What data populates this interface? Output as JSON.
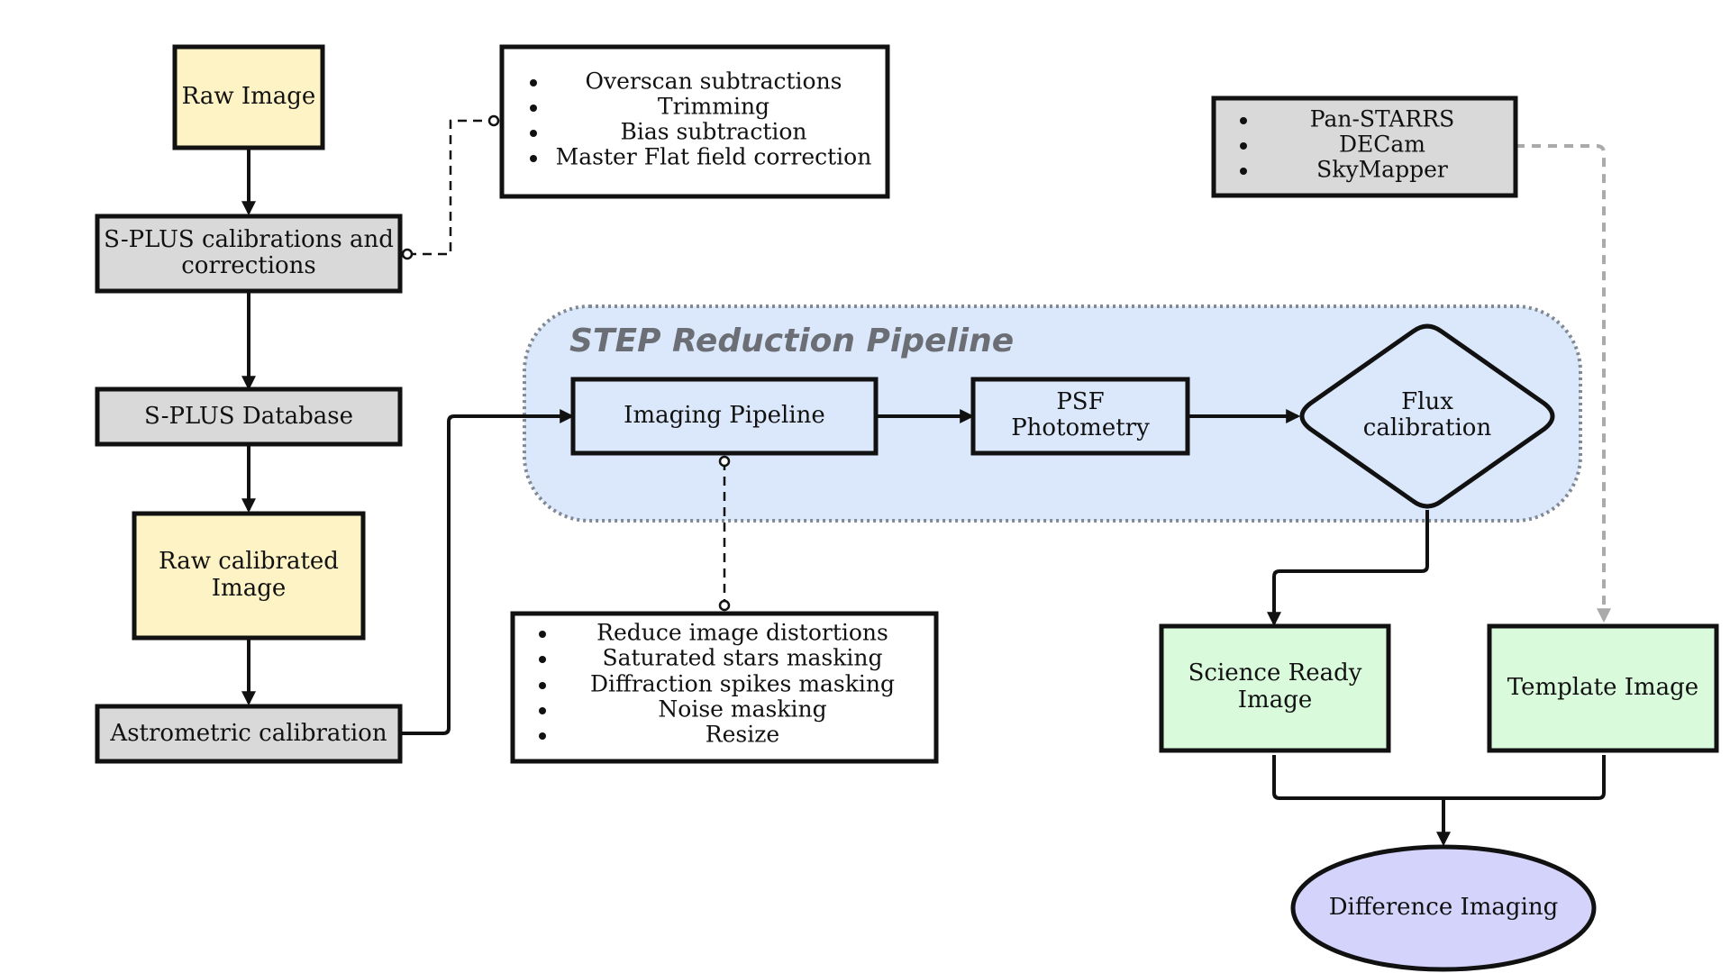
{
  "colors": {
    "yellow": "#fdf3c4",
    "gray": "#d9d9d9",
    "white": "#ffffff",
    "green": "#d9fbdc",
    "lavender": "#d4d3fb",
    "pipeline_bg": "#dbe8fb",
    "pipeline_border": "#808a94",
    "stroke": "#111111"
  },
  "nodes": {
    "raw_image": "Raw Image",
    "splus_calibrations": [
      "S-PLUS calibrations and",
      "corrections"
    ],
    "splus_database": "S-PLUS Database",
    "raw_calibrated_image": [
      "Raw calibrated",
      "Image"
    ],
    "astrometric_calibration": "Astrometric calibration",
    "imaging_pipeline": "Imaging Pipeline",
    "psf_photometry": [
      "PSF",
      "Photometry"
    ],
    "flux_calibration": [
      "Flux",
      "calibration"
    ],
    "science_ready_image": [
      "Science Ready",
      "Image"
    ],
    "template_image": "Template Image",
    "difference_imaging": "Difference Imaging"
  },
  "pipeline_title": "STEP Reduction Pipeline",
  "corrections_list": [
    "Overscan subtractions",
    "Trimming",
    "Bias subtraction",
    "Master Flat field correction"
  ],
  "surveys_list": [
    "Pan-STARRS",
    "DECam",
    "SkyMapper"
  ],
  "imaging_steps_list": [
    "Reduce image distortions",
    "Saturated stars masking",
    "Diffraction spikes masking",
    "Noise masking",
    "Resize"
  ]
}
